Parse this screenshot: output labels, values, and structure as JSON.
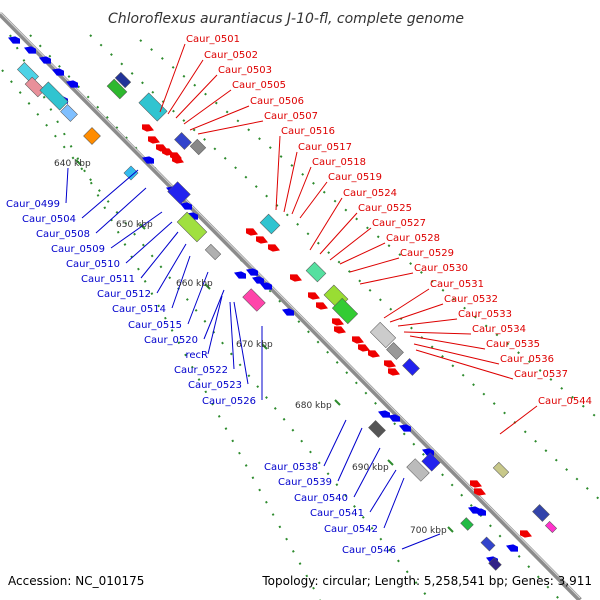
{
  "title": "Chloroflexus aurantiacus J-10-fl, complete genome",
  "footer": {
    "accession": "Accession: NC_010175",
    "summary": "Topology: circular; Length: 5,258,541 bp; Genes: 3,911"
  },
  "scale_labels": [
    "640 kbp",
    "650 kbp",
    "660 kbp",
    "670 kbp",
    "680 kbp",
    "690 kbp",
    "700 kbp"
  ],
  "colors": {
    "forward_label": "#dd0000",
    "reverse_label": "#0000cc",
    "backbone": "#8c8c8c",
    "tick": "#2e8b2e"
  },
  "forward_genes": [
    "Caur_0501",
    "Caur_0502",
    "Caur_0503",
    "Caur_0505",
    "Caur_0506",
    "Caur_0507",
    "Caur_0516",
    "Caur_0517",
    "Caur_0518",
    "Caur_0519",
    "Caur_0524",
    "Caur_0525",
    "Caur_0527",
    "Caur_0528",
    "Caur_0529",
    "Caur_0530",
    "Caur_0531",
    "Caur_0532",
    "Caur_0533",
    "Caur_0534",
    "Caur_0535",
    "Caur_0536",
    "Caur_0537",
    "Caur_0544"
  ],
  "reverse_genes": [
    "Caur_0499",
    "Caur_0504",
    "Caur_0508",
    "Caur_0509",
    "Caur_0510",
    "Caur_0511",
    "Caur_0512",
    "Caur_0514",
    "Caur_0515",
    "Caur_0520",
    "recR",
    "Caur_0522",
    "Caur_0523",
    "Caur_0526",
    "Caur_0538",
    "Caur_0539",
    "Caur_0540",
    "Caur_0541",
    "Caur_0542",
    "Caur_0546"
  ]
}
